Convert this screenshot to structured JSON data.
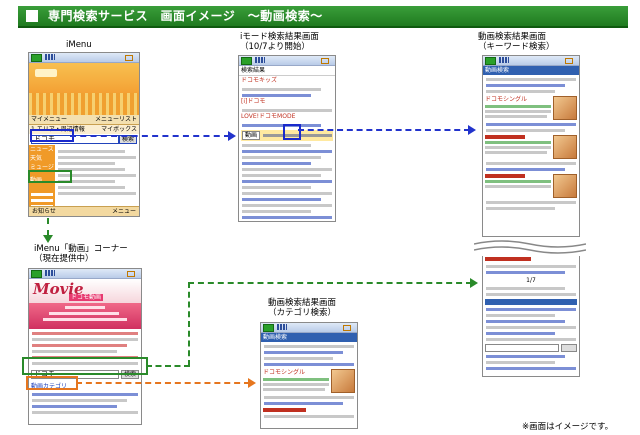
{
  "title": "専門検索サービス　画面イメージ　～動画検索～",
  "footnote": "※画面はイメージです。",
  "captions": {
    "imenu": "iMenu",
    "imode_results_line1": "iモード検索結果画面",
    "imode_results_line2": "（10/7より開始）",
    "keyword_results_line1": "動画検索結果画面",
    "keyword_results_line2": "（キーワード検索）",
    "corner_line1": "iMenu「動画」コーナー",
    "corner_line2": "（現在提供中）",
    "category_results_line1": "動画検索結果画面",
    "category_results_line2": "（カテゴリ検索）"
  },
  "imenu_screen": {
    "my_menu": "マイメニュー",
    "menu_list": "メニューリスト",
    "area_info": "1.エリア・周辺情報",
    "my_box": "マイボックス",
    "search_value": "ドコモ",
    "search_button": "検索",
    "tab_news": "ニュース",
    "tab_weather": "天気",
    "tab_music": "ミュージック",
    "tab_video": "動画",
    "footer_item1": "お知らせ",
    "footer_item2": "メニュー"
  },
  "imode_screen": {
    "header": "検索結果",
    "result1": "ドコモキッズ",
    "result2": "[i]ドコモ",
    "result3": "LOVE!ドコモMODE",
    "video_tab": "動画"
  },
  "keyword_screen": {
    "header": "動画検索",
    "result_label": "ドコモシングル",
    "pager": "1/7"
  },
  "corner_screen": {
    "logo": "Movie",
    "logo_sub": "ドコモ動画",
    "search_value": "ドコモ",
    "search_button": "検索",
    "category_link": "動画カテゴリ"
  },
  "category_screen": {
    "header": "動画検索",
    "result_label": "ドコモシングル"
  },
  "colors": {
    "title_green": "#2a8a2a",
    "arrow_blue": "#2233cc",
    "arrow_green": "#2a8a2a",
    "arrow_orange": "#e6761e",
    "imenu_orange": "#f0a030"
  }
}
